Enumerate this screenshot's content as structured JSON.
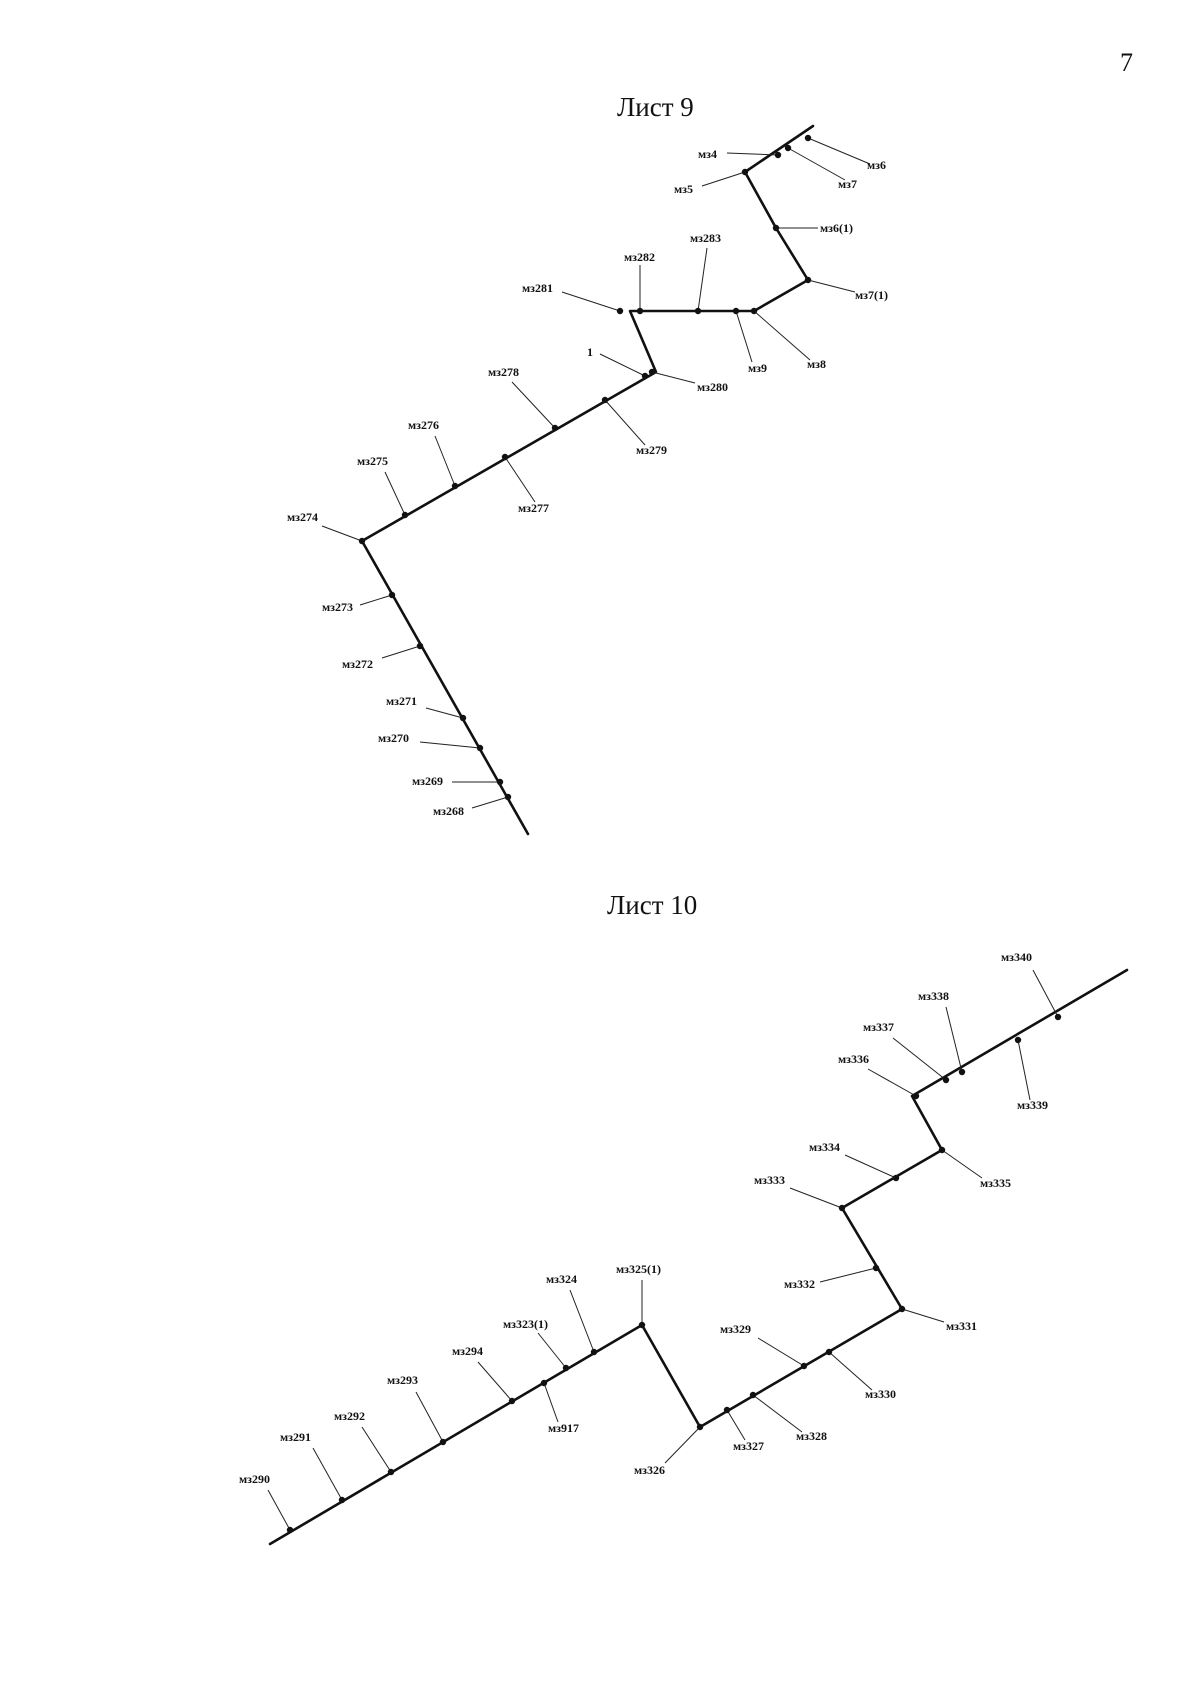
{
  "page_number": "7",
  "sheets": [
    {
      "title": "Лист 9",
      "labels": [
        "мз4",
        "мз5",
        "мз6",
        "мз7",
        "мз6(1)",
        "мз7(1)",
        "мз8",
        "мз9",
        "мз283",
        "мз282",
        "мз281",
        "1",
        "мз280",
        "мз279",
        "мз278",
        "мз277",
        "мз276",
        "мз275",
        "мз274",
        "мз273",
        "мз272",
        "мз271",
        "мз270",
        "мз269",
        "мз268"
      ]
    },
    {
      "title": "Лист 10",
      "labels": [
        "мз340",
        "мз338",
        "мз337",
        "мз336",
        "мз339",
        "мз335",
        "мз334",
        "мз333",
        "мз332",
        "мз331",
        "мз330",
        "мз329",
        "мз328",
        "мз327",
        "мз326",
        "мз325(1)",
        "мз324",
        "мз323(1)",
        "мз917",
        "мз294",
        "мз293",
        "мз292",
        "мз291",
        "мз290"
      ]
    }
  ]
}
